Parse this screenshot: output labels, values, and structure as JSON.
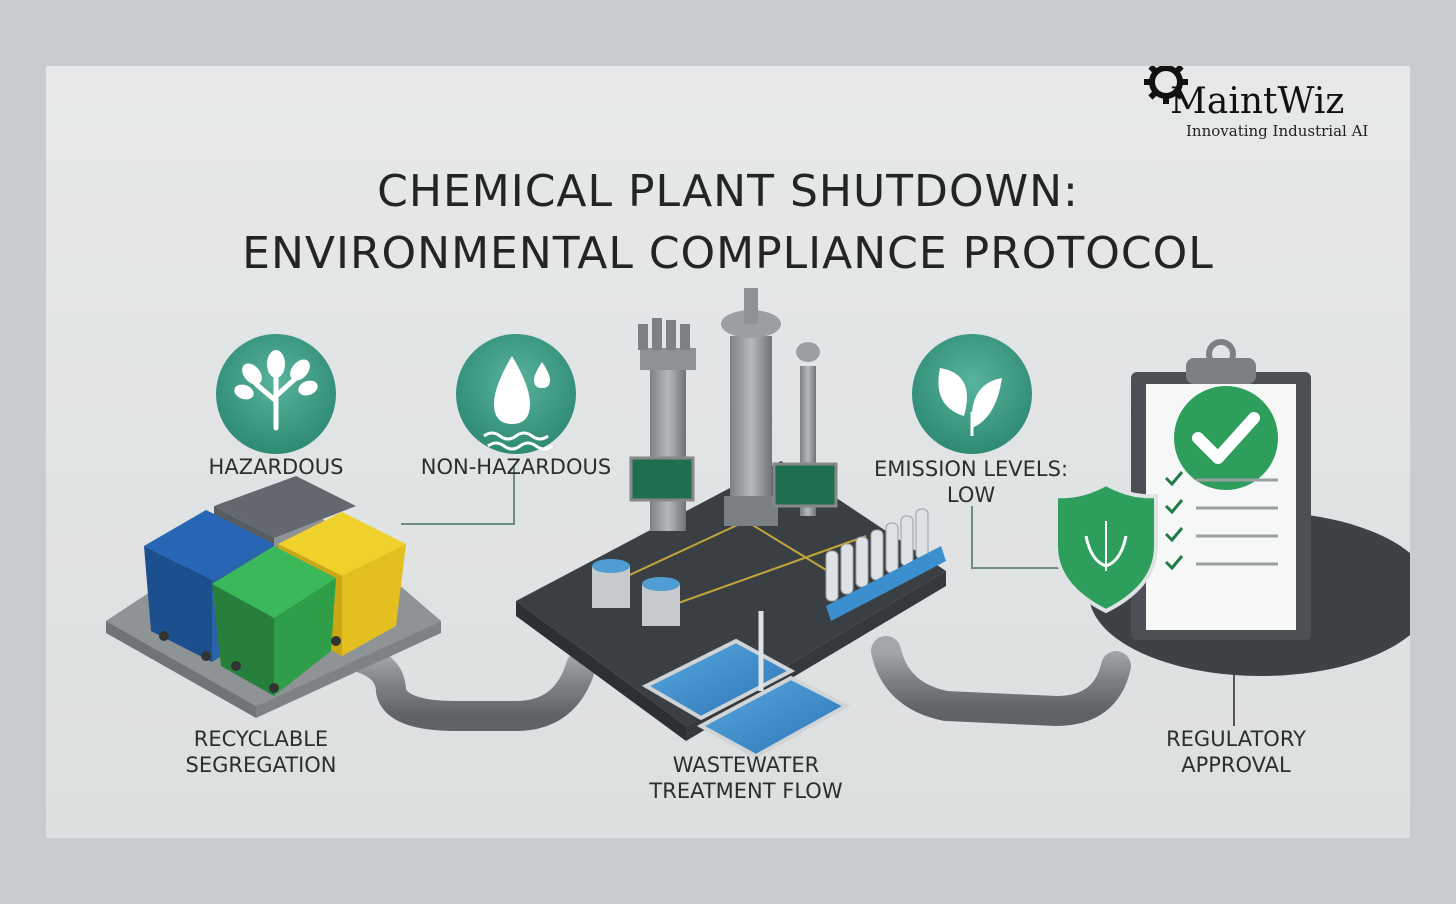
{
  "brand": {
    "name": "MaintWiz",
    "tagline": "Innovating Industrial AI"
  },
  "title": {
    "line1": "CHEMICAL PLANT SHUTDOWN:",
    "line2": "ENVIRONMENTAL COMPLIANCE PROTOCOL"
  },
  "labels": {
    "hazardous": "HAZARDOUS",
    "non_hazardous": "NON-HAZARDOUS",
    "emission_line1": "EMISSION LEVELS:",
    "emission_line2": "LOW",
    "recyclable_line1": "RECYCLABLE",
    "recyclable_line2": "SEGREGATION",
    "wastewater_line1": "WASTEWATER",
    "wastewater_line2": "TREATMENT FLOW",
    "regulatory_line1": "REGULATORY",
    "regulatory_line2": "APPROVAL"
  },
  "icons": {
    "tree": "tree-icon",
    "water": "water-drop-icon",
    "leaf": "leaf-icon",
    "shield": "shield-icon",
    "check": "check-icon"
  },
  "colors": {
    "teal": "#3f9c86",
    "green_dark": "#2e8b57",
    "bin_blue": "#1f5fa8",
    "bin_green": "#2e9e48",
    "bin_yellow": "#e3c020",
    "bin_gray": "#6b7176",
    "pipe": "#8a8e91",
    "water": "#3c8fcf"
  }
}
